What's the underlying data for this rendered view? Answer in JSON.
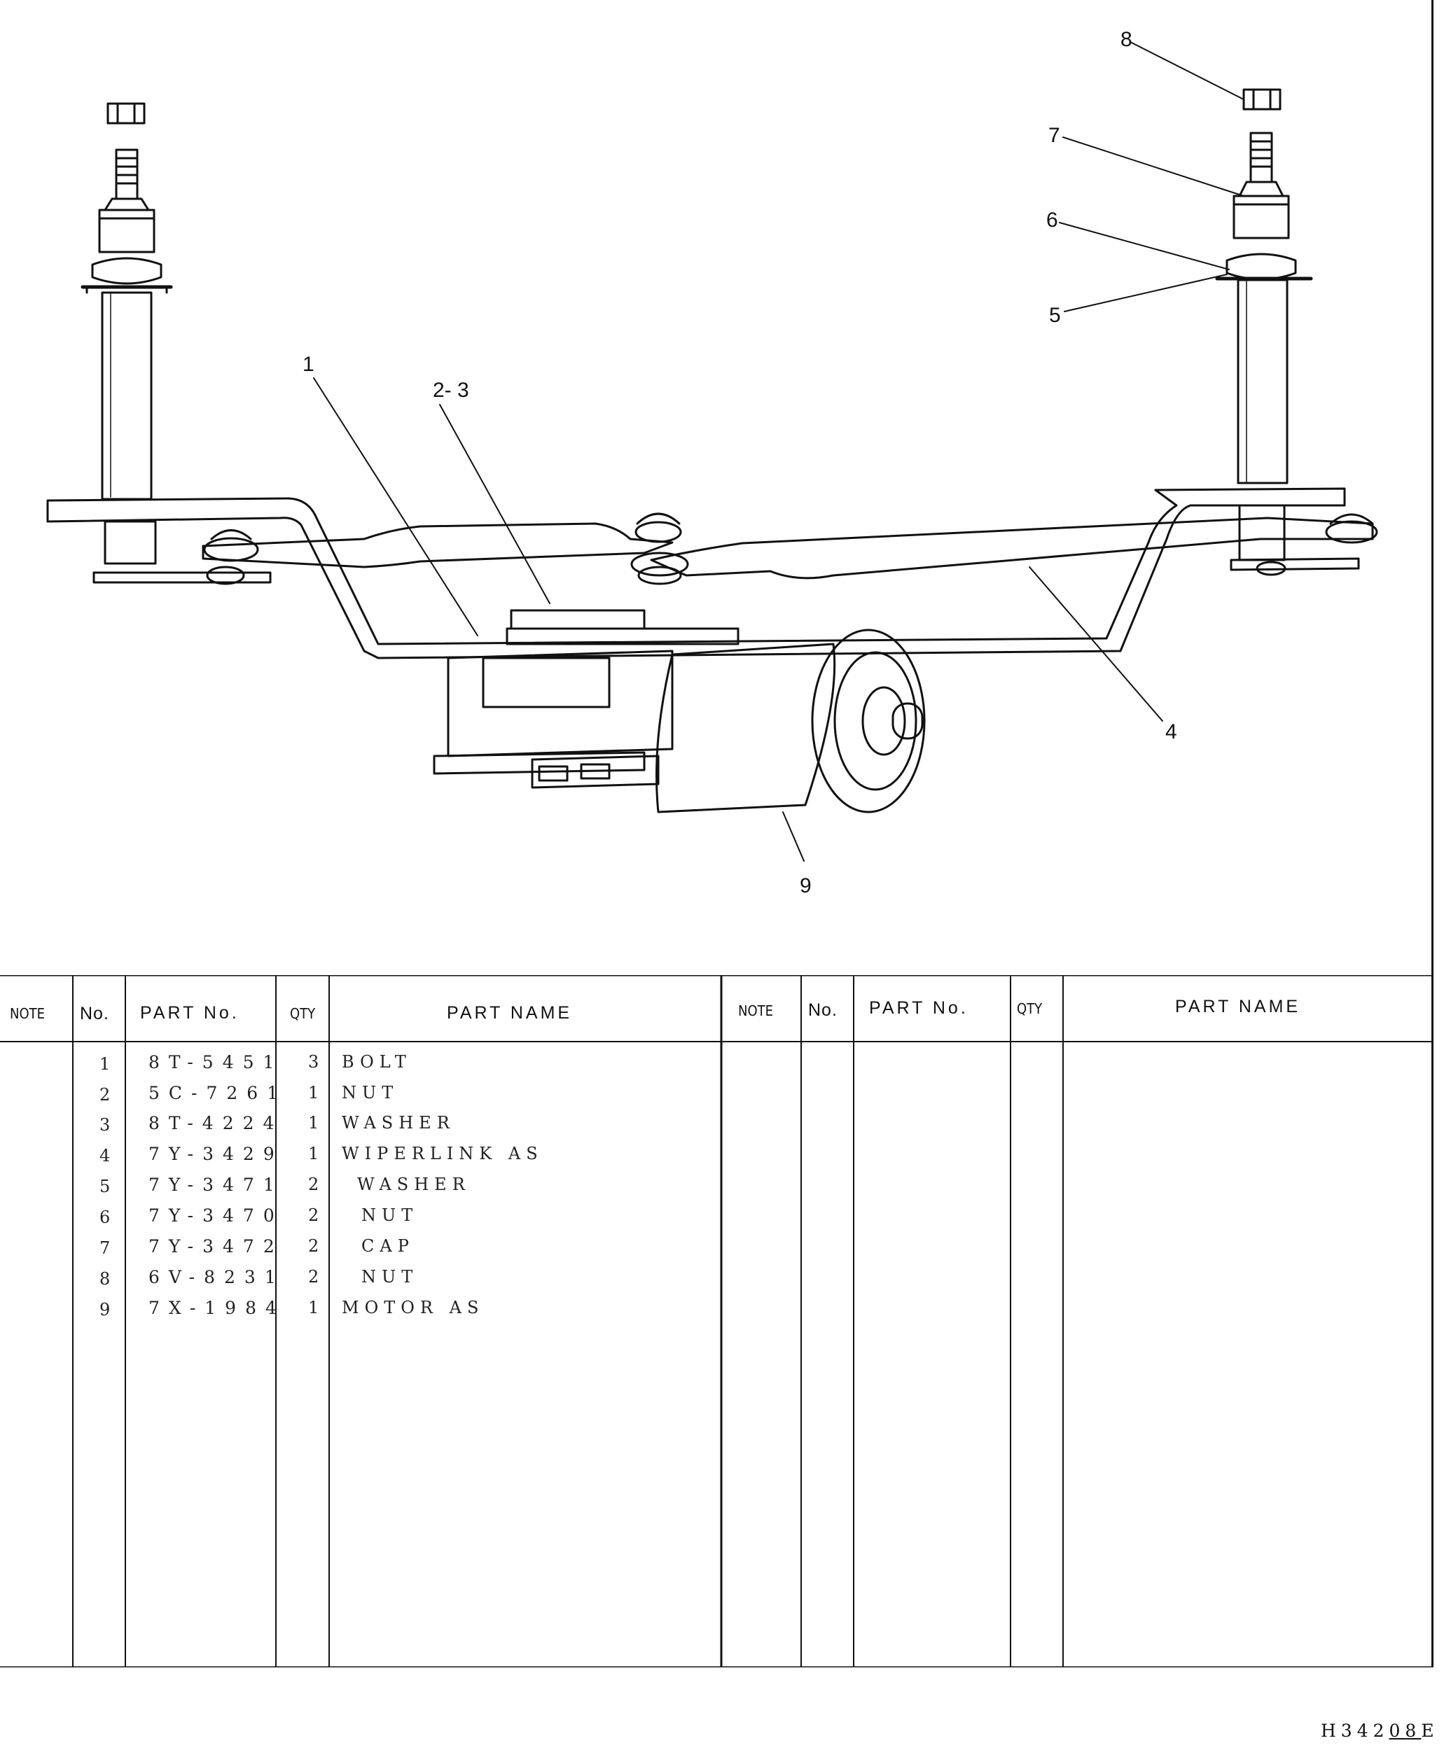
{
  "callouts": {
    "c1": "1",
    "c2_3": "2- 3",
    "c4": "4",
    "c5": "5",
    "c6": "6",
    "c7": "7",
    "c8": "8",
    "c9": "9"
  },
  "table": {
    "headers": {
      "note": "NOTE",
      "no": "No.",
      "part_no": "PART No.",
      "qty": "QTY",
      "part_name": "PART NAME"
    },
    "rows": [
      {
        "no": "1",
        "part_no": "8T-5451",
        "qty": "3",
        "name": "BOLT"
      },
      {
        "no": "2",
        "part_no": "5C-7261",
        "qty": "1",
        "name": "NUT"
      },
      {
        "no": "3",
        "part_no": "8T-4224",
        "qty": "1",
        "name": "WASHER"
      },
      {
        "no": "4",
        "part_no": "7Y-3429",
        "qty": "1",
        "name": "WIPERLINK AS"
      },
      {
        "no": "5",
        "part_no": "7Y-3471",
        "qty": "2",
        "name": "WASHER"
      },
      {
        "no": "6",
        "part_no": "7Y-3470",
        "qty": "2",
        "name": "NUT"
      },
      {
        "no": "7",
        "part_no": "7Y-3472",
        "qty": "2",
        "name": "CAP"
      },
      {
        "no": "8",
        "part_no": "6V-8231",
        "qty": "2",
        "name": "NUT"
      },
      {
        "no": "9",
        "part_no": "7X-1984",
        "qty": "1",
        "name": "MOTOR AS"
      }
    ]
  },
  "doc_code": {
    "lead": "H342",
    "underlined": "08",
    "tail": "E"
  }
}
